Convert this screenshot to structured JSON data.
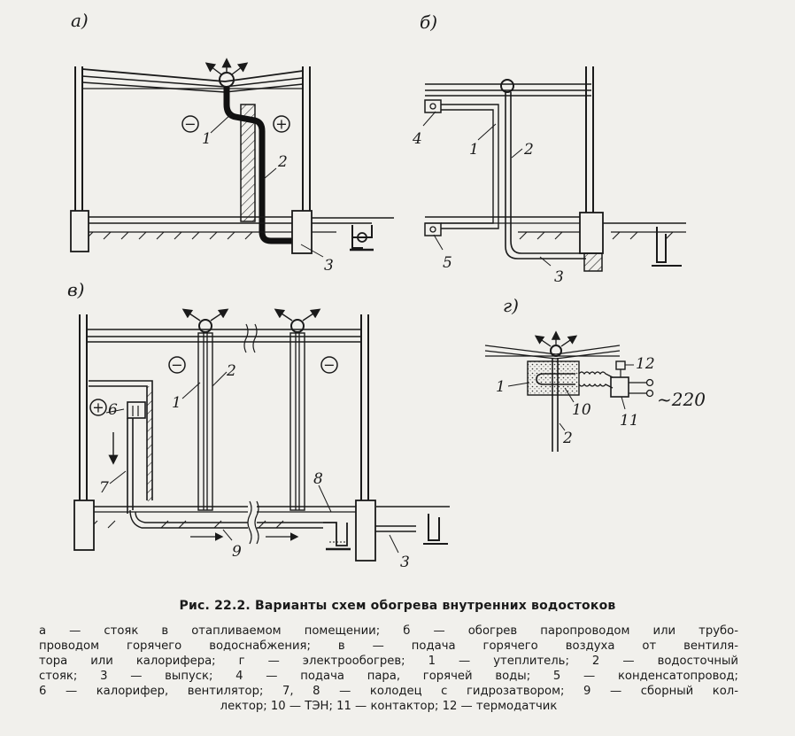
{
  "panels": {
    "a": "а)",
    "b": "б)",
    "v": "в)",
    "g": "г)"
  },
  "symbols": {
    "minus": "−",
    "plus": "+"
  },
  "callouts": {
    "n1": "1",
    "n2": "2",
    "n3": "3",
    "n4": "4",
    "n5": "5",
    "n6": "6",
    "n7": "7",
    "n8": "8",
    "n9": "9",
    "n10": "10",
    "n11": "11",
    "n12": "12",
    "voltage": "~220"
  },
  "caption": {
    "title": "Рис. 22.2. Варианты схем обогрева внутренних водостоков",
    "lines": [
      "а — стояк в отапливаемом помещении; б — обогрев паропроводом или трубо-",
      "проводом горячего водоснабжения; в — подача горячего воздуха от вентиля-",
      "тора или калорифера; г — электрообогрев; 1 — утеплитель; 2 — водосточный",
      "стояк; 3 — выпуск; 4 — подача пара, горячей воды; 5 — конденсатопровод;",
      "6 — калорифер, вентилятор; 7, 8 — колодец с гидрозатвором; 9 — сборный кол-",
      "лектор; 10 — ТЭН; 11 — контактор; 12 — термодатчик"
    ]
  }
}
